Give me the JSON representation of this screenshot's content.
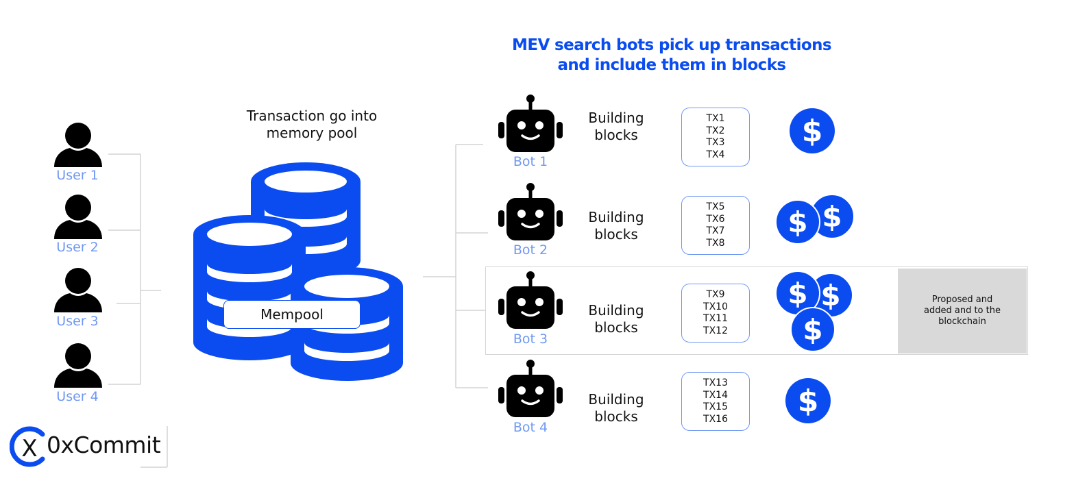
{
  "heading": {
    "line1": "MEV search bots pick up transactions",
    "line2": "and include them in blocks"
  },
  "pool": {
    "caption_line1": "Transaction go into",
    "caption_line2": "memory pool",
    "mempool_label": "Mempool"
  },
  "users": [
    {
      "label": "User 1"
    },
    {
      "label": "User 2"
    },
    {
      "label": "User 3"
    },
    {
      "label": "User 4"
    }
  ],
  "bots": [
    {
      "label": "Bot 1",
      "build_line1": "Building",
      "build_line2": "blocks",
      "txs": [
        "TX1",
        "TX2",
        "TX3",
        "TX4"
      ],
      "coins": 1
    },
    {
      "label": "Bot 2",
      "build_line1": "Building",
      "build_line2": "blocks",
      "txs": [
        "TX5",
        "TX6",
        "TX7",
        "TX8"
      ],
      "coins": 2
    },
    {
      "label": "Bot 3",
      "build_line1": "Building",
      "build_line2": "blocks",
      "txs": [
        "TX9",
        "TX10",
        "TX11",
        "TX12"
      ],
      "coins": 3
    },
    {
      "label": "Bot 4",
      "build_line1": "Building",
      "build_line2": "blocks",
      "txs": [
        "TX13",
        "TX14",
        "TX15",
        "TX16"
      ],
      "coins": 1
    }
  ],
  "proposed": {
    "line1": "Proposed and",
    "line2": "added and to the",
    "line3": "blockchain"
  },
  "logo": {
    "text": "0xCommit",
    "mark": "X"
  },
  "colors": {
    "accent": "#0a4cf0",
    "label_blue": "#6f98f2",
    "icon_black": "#000000",
    "proposed_bg": "#d9d9d9"
  },
  "icons": {
    "user": "user-silhouette-icon",
    "bot": "robot-icon",
    "coin": "dollar-coin-icon",
    "database": "database-stack-icon"
  }
}
